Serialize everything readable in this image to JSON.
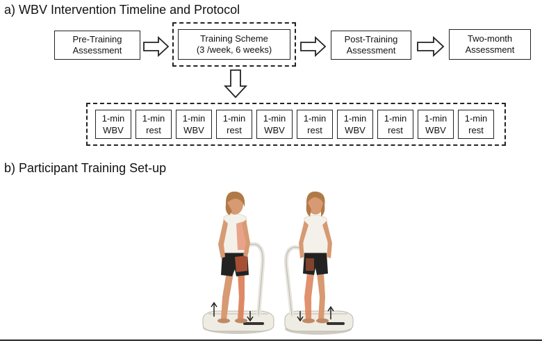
{
  "section_a": {
    "title": "a) WBV Intervention Timeline and Protocol"
  },
  "section_b": {
    "title": "b) Participant Training Set-up"
  },
  "timeline": {
    "steps": [
      {
        "label": "Pre-Training\nAssessment"
      },
      {
        "label": "Training Scheme\n(3 /week, 6 weeks)"
      },
      {
        "label": "Post-Training\nAssessment"
      },
      {
        "label": "Two-month\nAssessment"
      }
    ]
  },
  "protocol": {
    "sessions": [
      {
        "label": "1-min\nWBV"
      },
      {
        "label": "1-min\nrest"
      },
      {
        "label": "1-min\nWBV"
      },
      {
        "label": "1-min\nrest"
      },
      {
        "label": "1-min\nWBV"
      },
      {
        "label": "1-min\nrest"
      },
      {
        "label": "1-min\nWBV"
      },
      {
        "label": "1-min\nrest"
      },
      {
        "label": "1-min\nWBV"
      },
      {
        "label": "1-min\nrest"
      }
    ]
  },
  "colors": {
    "skin": "#d79a72",
    "muscle_highlight": "#e0623a",
    "shirt": "#f4f1ea",
    "shorts": "#222222",
    "platform": "#efece4",
    "hair": "#b07a46"
  }
}
